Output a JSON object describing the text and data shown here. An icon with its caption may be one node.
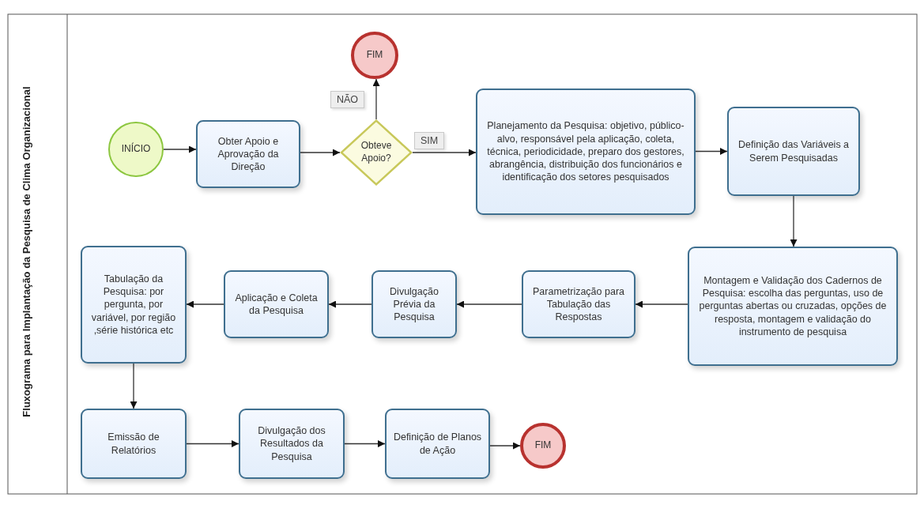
{
  "diagram": {
    "title": "Fluxograma para Implantação da Pesquisa de Clima Organizacional",
    "nodes": [
      {
        "text": [
          "INÍCIO"
        ]
      },
      {
        "text": [
          "Obter Apoio e Aprovação da Direção"
        ]
      },
      {
        "text": [
          "Obteve Apoio?"
        ]
      },
      {
        "text": [
          "FIM"
        ]
      },
      {
        "text": [
          "Planejamento da Pesquisa: objetivo, público-alvo, responsável pela aplicação, coleta, técnica, periodicidade, preparo dos gestores, abrangência, distribuição dos funcionários e identificação dos setores pesquisados"
        ]
      },
      {
        "text": [
          "Definição das Variáveis a Serem Pesquisadas"
        ]
      },
      {
        "text": [
          "Montagem e Validação dos Cadernos de Pesquisa: escolha das perguntas, uso de perguntas abertas ou cruzadas, opções de resposta, montagem e validação do instrumento de pesquisa"
        ]
      },
      {
        "text": [
          "Parametrização para Tabulação das Respostas"
        ]
      },
      {
        "text": [
          "Divulgação Prévia da Pesquisa"
        ]
      },
      {
        "text": [
          "Aplicação e Coleta da Pesquisa"
        ]
      },
      {
        "text": [
          "Tabulação da Pesquisa: por pergunta, por variável, por região ,série histórica etc"
        ]
      },
      {
        "text": [
          "Emissão de Relatórios"
        ]
      },
      {
        "text": [
          "Divulgação dos Resultados da Pesquisa"
        ]
      },
      {
        "text": [
          "Definição de Planos de Ação"
        ]
      },
      {
        "text": [
          "FIM"
        ]
      }
    ],
    "edges": [
      {
        "from": 0,
        "to": 1,
        "arrow": "to"
      },
      {
        "from": 1,
        "to": 2,
        "arrow": "to"
      },
      {
        "from": 2,
        "to": 3,
        "arrow": "to",
        "label": "NÃO"
      },
      {
        "from": 2,
        "to": 4,
        "arrow": "to",
        "label": "SIM"
      },
      {
        "from": 4,
        "to": 5,
        "arrow": "to"
      },
      {
        "from": 5,
        "to": 6,
        "arrow": "to"
      },
      {
        "from": 6,
        "to": 7,
        "arrow": "to"
      },
      {
        "from": 7,
        "to": 8,
        "arrow": "to"
      },
      {
        "from": 8,
        "to": 9,
        "arrow": "to"
      },
      {
        "from": 9,
        "to": 10,
        "arrow": "to"
      },
      {
        "from": 10,
        "to": 11,
        "arrow": "to"
      },
      {
        "from": 11,
        "to": 12,
        "arrow": "to"
      },
      {
        "from": 12,
        "to": 13,
        "arrow": "to"
      },
      {
        "from": 13,
        "to": 14,
        "arrow": "to"
      }
    ]
  }
}
